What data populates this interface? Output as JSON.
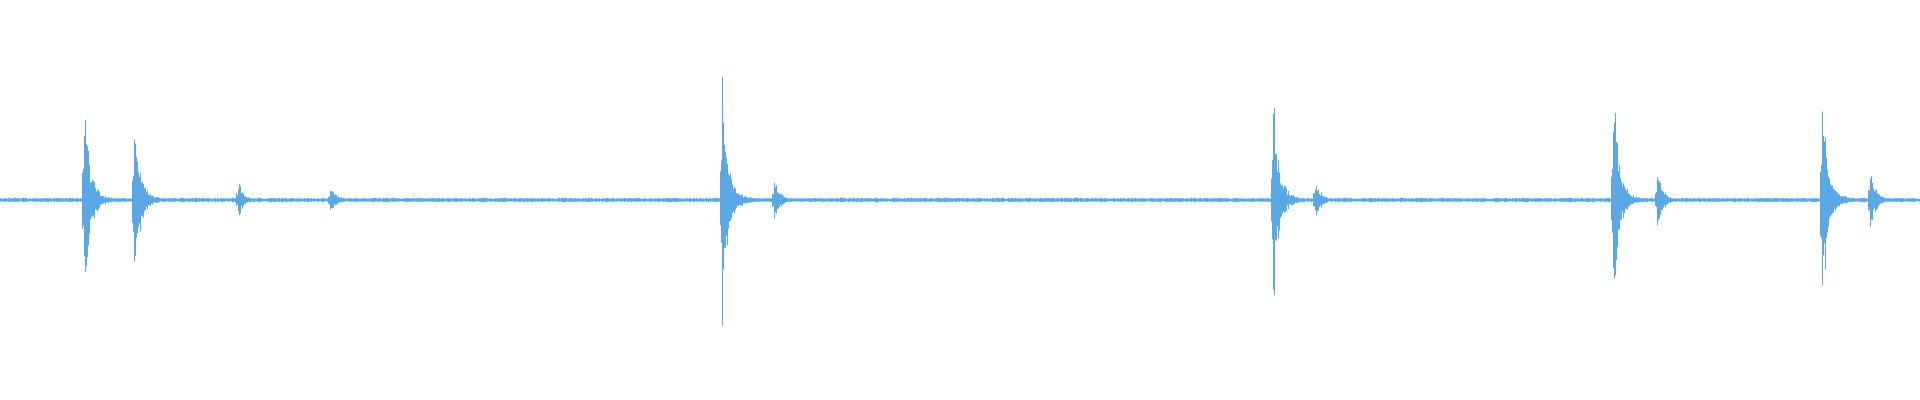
{
  "waveform": {
    "color": "#5aa9e6",
    "background": "#ffffff",
    "noise_level": 0.018,
    "transients": [
      {
        "position": 0.044,
        "amplitude": 0.83,
        "polarity": "both"
      },
      {
        "position": 0.07,
        "amplitude": 0.72,
        "polarity": "both"
      },
      {
        "position": 0.124,
        "amplitude": 0.15,
        "polarity": "both"
      },
      {
        "position": 0.172,
        "amplitude": 0.13,
        "polarity": "both"
      },
      {
        "position": 0.376,
        "amplitude": 1.0,
        "polarity": "both"
      },
      {
        "position": 0.403,
        "amplitude": 0.2,
        "polarity": "both"
      },
      {
        "position": 0.663,
        "amplitude": 0.84,
        "polarity": "both"
      },
      {
        "position": 0.685,
        "amplitude": 0.17,
        "polarity": "both"
      },
      {
        "position": 0.84,
        "amplitude": 0.9,
        "polarity": "both"
      },
      {
        "position": 0.863,
        "amplitude": 0.24,
        "polarity": "both"
      },
      {
        "position": 0.949,
        "amplitude": 0.93,
        "polarity": "both"
      },
      {
        "position": 0.974,
        "amplitude": 0.23,
        "polarity": "both"
      }
    ]
  }
}
